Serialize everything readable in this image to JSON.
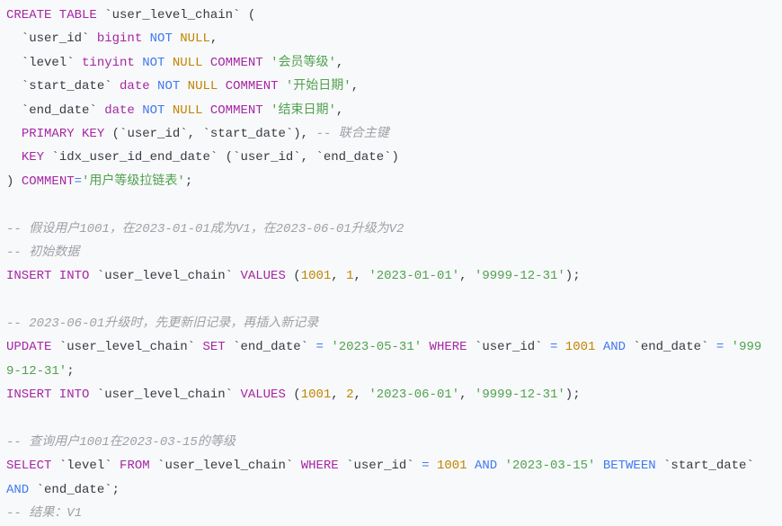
{
  "colors": {
    "keyword": "#a626a4",
    "operator": "#4078f2",
    "number": "#c18401",
    "string": "#50a14f",
    "comment": "#a0a1a7",
    "text": "#383a42",
    "background": "#f8f9fa"
  },
  "lines": [
    [
      [
        "kw",
        "CREATE TABLE"
      ],
      [
        "tx",
        " `user_level_chain` ("
      ]
    ],
    [
      [
        "tx",
        "  `user_id` "
      ],
      [
        "kw",
        "bigint"
      ],
      [
        "tx",
        " "
      ],
      [
        "bl",
        "NOT"
      ],
      [
        "tx",
        " "
      ],
      [
        "nu",
        "NULL"
      ],
      [
        "tx",
        ","
      ]
    ],
    [
      [
        "tx",
        "  `level` "
      ],
      [
        "kw",
        "tinyint"
      ],
      [
        "tx",
        " "
      ],
      [
        "bl",
        "NOT"
      ],
      [
        "tx",
        " "
      ],
      [
        "nu",
        "NULL"
      ],
      [
        "tx",
        " "
      ],
      [
        "kw",
        "COMMENT"
      ],
      [
        "tx",
        " "
      ],
      [
        "st",
        "'会员等级'"
      ],
      [
        "tx",
        ","
      ]
    ],
    [
      [
        "tx",
        "  `start_date` "
      ],
      [
        "kw",
        "date"
      ],
      [
        "tx",
        " "
      ],
      [
        "bl",
        "NOT"
      ],
      [
        "tx",
        " "
      ],
      [
        "nu",
        "NULL"
      ],
      [
        "tx",
        " "
      ],
      [
        "kw",
        "COMMENT"
      ],
      [
        "tx",
        " "
      ],
      [
        "st",
        "'开始日期'"
      ],
      [
        "tx",
        ","
      ]
    ],
    [
      [
        "tx",
        "  `end_date` "
      ],
      [
        "kw",
        "date"
      ],
      [
        "tx",
        " "
      ],
      [
        "bl",
        "NOT"
      ],
      [
        "tx",
        " "
      ],
      [
        "nu",
        "NULL"
      ],
      [
        "tx",
        " "
      ],
      [
        "kw",
        "COMMENT"
      ],
      [
        "tx",
        " "
      ],
      [
        "st",
        "'结束日期'"
      ],
      [
        "tx",
        ","
      ]
    ],
    [
      [
        "tx",
        "  "
      ],
      [
        "kw",
        "PRIMARY KEY"
      ],
      [
        "tx",
        " (`user_id`, `start_date`), "
      ],
      [
        "cm",
        "-- 联合主键"
      ]
    ],
    [
      [
        "tx",
        "  "
      ],
      [
        "kw",
        "KEY"
      ],
      [
        "tx",
        " `idx_user_id_end_date` (`user_id`, `end_date`)"
      ]
    ],
    [
      [
        "tx",
        ") "
      ],
      [
        "kw",
        "COMMENT"
      ],
      [
        "bl",
        "="
      ],
      [
        "st",
        "'用户等级拉链表'"
      ],
      [
        "tx",
        ";"
      ]
    ],
    [],
    [
      [
        "cm",
        "-- 假设用户1001，在2023-01-01成为V1，在2023-06-01升级为V2"
      ]
    ],
    [
      [
        "cm",
        "-- 初始数据"
      ]
    ],
    [
      [
        "kw",
        "INSERT INTO"
      ],
      [
        "tx",
        " `user_level_chain` "
      ],
      [
        "kw",
        "VALUES"
      ],
      [
        "tx",
        " ("
      ],
      [
        "nu",
        "1001"
      ],
      [
        "tx",
        ", "
      ],
      [
        "nu",
        "1"
      ],
      [
        "tx",
        ", "
      ],
      [
        "st",
        "'2023-01-01'"
      ],
      [
        "tx",
        ", "
      ],
      [
        "st",
        "'9999-12-31'"
      ],
      [
        "tx",
        ");"
      ]
    ],
    [],
    [
      [
        "cm",
        "-- 2023-06-01升级时，先更新旧记录，再插入新记录"
      ]
    ],
    [
      [
        "kw",
        "UPDATE"
      ],
      [
        "tx",
        " `user_level_chain` "
      ],
      [
        "kw",
        "SET"
      ],
      [
        "tx",
        " `end_date` "
      ],
      [
        "bl",
        "="
      ],
      [
        "tx",
        " "
      ],
      [
        "st",
        "'2023-05-31'"
      ],
      [
        "tx",
        " "
      ],
      [
        "kw",
        "WHERE"
      ],
      [
        "tx",
        " `user_id` "
      ],
      [
        "bl",
        "="
      ],
      [
        "tx",
        " "
      ],
      [
        "nu",
        "1001"
      ],
      [
        "tx",
        " "
      ],
      [
        "bl",
        "AND"
      ],
      [
        "tx",
        " `end_date` "
      ],
      [
        "bl",
        "="
      ],
      [
        "tx",
        " "
      ],
      [
        "st",
        "'999"
      ]
    ],
    [
      [
        "st",
        "9-12-31'"
      ],
      [
        "tx",
        ";"
      ]
    ],
    [
      [
        "kw",
        "INSERT INTO"
      ],
      [
        "tx",
        " `user_level_chain` "
      ],
      [
        "kw",
        "VALUES"
      ],
      [
        "tx",
        " ("
      ],
      [
        "nu",
        "1001"
      ],
      [
        "tx",
        ", "
      ],
      [
        "nu",
        "2"
      ],
      [
        "tx",
        ", "
      ],
      [
        "st",
        "'2023-06-01'"
      ],
      [
        "tx",
        ", "
      ],
      [
        "st",
        "'9999-12-31'"
      ],
      [
        "tx",
        ");"
      ]
    ],
    [],
    [
      [
        "cm",
        "-- 查询用户1001在2023-03-15的等级"
      ]
    ],
    [
      [
        "kw",
        "SELECT"
      ],
      [
        "tx",
        " `level` "
      ],
      [
        "kw",
        "FROM"
      ],
      [
        "tx",
        " `user_level_chain` "
      ],
      [
        "kw",
        "WHERE"
      ],
      [
        "tx",
        " `user_id` "
      ],
      [
        "bl",
        "="
      ],
      [
        "tx",
        " "
      ],
      [
        "nu",
        "1001"
      ],
      [
        "tx",
        " "
      ],
      [
        "bl",
        "AND"
      ],
      [
        "tx",
        " "
      ],
      [
        "st",
        "'2023-03-15'"
      ],
      [
        "tx",
        " "
      ],
      [
        "bl",
        "BETWEEN"
      ],
      [
        "tx",
        " `start_date`"
      ]
    ],
    [
      [
        "bl",
        "AND"
      ],
      [
        "tx",
        " `end_date`;"
      ]
    ],
    [
      [
        "cm",
        "-- 结果：V1"
      ]
    ]
  ]
}
